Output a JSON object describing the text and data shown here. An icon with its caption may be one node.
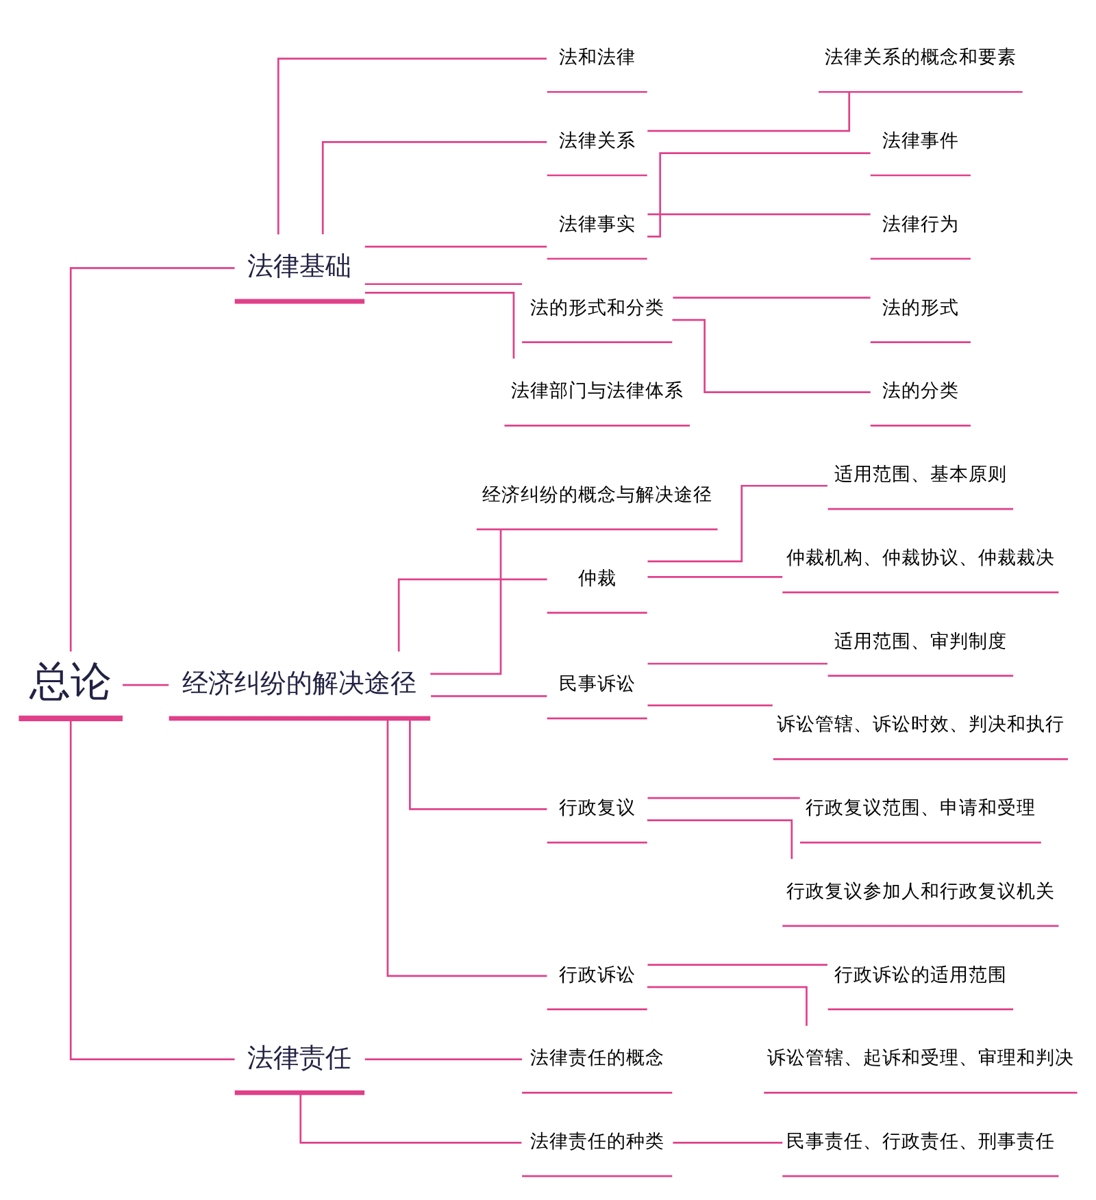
{
  "diagram": {
    "nodes": [
      {
        "text": [
          "总论"
        ]
      },
      {
        "text": [
          "法律基础"
        ]
      },
      {
        "text": [
          "法和法律"
        ]
      },
      {
        "text": [
          "法律关系"
        ]
      },
      {
        "text": [
          "法律关系的概念和要素"
        ]
      },
      {
        "text": [
          "法律事实"
        ]
      },
      {
        "text": [
          "法律事件"
        ]
      },
      {
        "text": [
          "法律行为"
        ]
      },
      {
        "text": [
          "法的形式和分类"
        ]
      },
      {
        "text": [
          "法的形式"
        ]
      },
      {
        "text": [
          "法的分类"
        ]
      },
      {
        "text": [
          "法律部门与法律体系"
        ]
      },
      {
        "text": [
          "经济纠纷的解决途径"
        ]
      },
      {
        "text": [
          "经济纠纷的概念与解决途径"
        ]
      },
      {
        "text": [
          "仲裁"
        ]
      },
      {
        "text": [
          "适用范围、基本原则"
        ]
      },
      {
        "text": [
          "仲裁机构、仲裁协议、仲裁裁决"
        ]
      },
      {
        "text": [
          "民事诉讼"
        ]
      },
      {
        "text": [
          "适用范围、审判制度"
        ]
      },
      {
        "text": [
          "诉讼管辖、诉讼时效、判决和执行"
        ]
      },
      {
        "text": [
          "行政复议"
        ]
      },
      {
        "text": [
          "行政复议范围、申请和受理"
        ]
      },
      {
        "text": [
          "行政复议参加人和行政复议机关"
        ]
      },
      {
        "text": [
          "行政诉讼"
        ]
      },
      {
        "text": [
          "行政诉讼的适用范围"
        ]
      },
      {
        "text": [
          "诉讼管辖、起诉和受理、审理和判决"
        ]
      },
      {
        "text": [
          "法律责任"
        ]
      },
      {
        "text": [
          "法律责任的概念"
        ]
      },
      {
        "text": [
          "法律责任的种类"
        ]
      },
      {
        "text": [
          "民事责任、行政责任、刑事责任"
        ]
      }
    ],
    "edges": [
      {
        "from": 0,
        "to": 1,
        "arrow": "none"
      },
      {
        "from": 1,
        "to": 2,
        "arrow": "none"
      },
      {
        "from": 1,
        "to": 3,
        "arrow": "none"
      },
      {
        "from": 3,
        "to": 4,
        "arrow": "none"
      },
      {
        "from": 1,
        "to": 5,
        "arrow": "none"
      },
      {
        "from": 5,
        "to": 6,
        "arrow": "none"
      },
      {
        "from": 5,
        "to": 7,
        "arrow": "none"
      },
      {
        "from": 1,
        "to": 8,
        "arrow": "none"
      },
      {
        "from": 8,
        "to": 9,
        "arrow": "none"
      },
      {
        "from": 8,
        "to": 10,
        "arrow": "none"
      },
      {
        "from": 1,
        "to": 11,
        "arrow": "none"
      },
      {
        "from": 0,
        "to": 12,
        "arrow": "none"
      },
      {
        "from": 12,
        "to": 13,
        "arrow": "none"
      },
      {
        "from": 12,
        "to": 14,
        "arrow": "none"
      },
      {
        "from": 14,
        "to": 15,
        "arrow": "none"
      },
      {
        "from": 14,
        "to": 16,
        "arrow": "none"
      },
      {
        "from": 12,
        "to": 17,
        "arrow": "none"
      },
      {
        "from": 17,
        "to": 18,
        "arrow": "none"
      },
      {
        "from": 17,
        "to": 19,
        "arrow": "none"
      },
      {
        "from": 12,
        "to": 20,
        "arrow": "none"
      },
      {
        "from": 20,
        "to": 21,
        "arrow": "none"
      },
      {
        "from": 20,
        "to": 22,
        "arrow": "none"
      },
      {
        "from": 12,
        "to": 23,
        "arrow": "none"
      },
      {
        "from": 23,
        "to": 24,
        "arrow": "none"
      },
      {
        "from": 23,
        "to": 25,
        "arrow": "none"
      },
      {
        "from": 0,
        "to": 26,
        "arrow": "none"
      },
      {
        "from": 26,
        "to": 27,
        "arrow": "none"
      },
      {
        "from": 26,
        "to": 28,
        "arrow": "none"
      },
      {
        "from": 28,
        "to": 29,
        "arrow": "none"
      }
    ]
  }
}
